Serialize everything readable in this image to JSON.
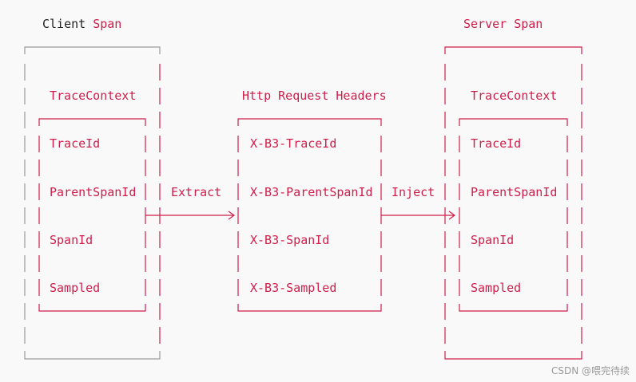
{
  "client": {
    "title_word1": "Client",
    "title_word2": "Span",
    "context_title": "TraceContext",
    "fields": [
      "TraceId",
      "ParentSpanId",
      "SpanId",
      "Sampled"
    ]
  },
  "middle": {
    "title": "Http Request Headers",
    "fields": [
      "X-B3-TraceId",
      "X-B3-ParentSpanId",
      "X-B3-SpanId",
      "X-B3-Sampled"
    ]
  },
  "server": {
    "title": "Server Span",
    "context_title": "TraceContext",
    "fields": [
      "TraceId",
      "ParentSpanId",
      "SpanId",
      "Sampled"
    ]
  },
  "arrows": {
    "extract_label": "Extract",
    "inject_label": "Inject"
  },
  "watermark": "CSDN @喂完待续",
  "colors": {
    "accent": "#d01e4a",
    "client_border": "#9a9a9a",
    "text_dark": "#222222"
  }
}
